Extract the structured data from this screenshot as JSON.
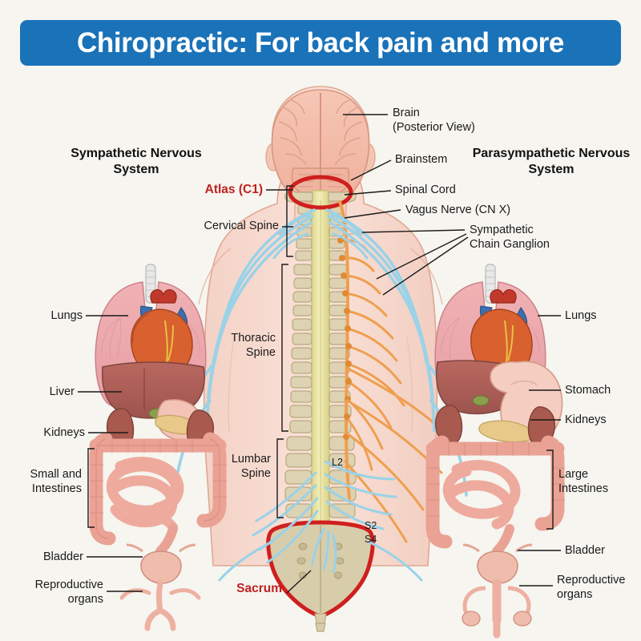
{
  "banner": {
    "title": "Chiropractic: For back pain and more",
    "background_color": "#1a72b8",
    "text_color": "#ffffff"
  },
  "page": {
    "background_color": "#f6f5f0",
    "accent_red": "#c1201e",
    "nerve_sympathetic_color": "#ef9f4f",
    "nerve_parasympathetic_color": "#9ad2e8",
    "spinal_cord_color": "#e9e4a6",
    "vertebra_color": "#ddd2b2",
    "skin_color": "#f8dcd1"
  },
  "headings": {
    "left": "Sympathetic\nNervous System",
    "right": "Parasympathetic\nNervous System"
  },
  "labels_right_of_spine": [
    {
      "id": "brain",
      "text": "Brain\n(Posterior View)"
    },
    {
      "id": "brainstem",
      "text": "Brainstem"
    },
    {
      "id": "spinal-cord",
      "text": "Spinal Cord"
    },
    {
      "id": "vagus-nerve",
      "text": "Vagus Nerve (CN X)"
    },
    {
      "id": "sympathetic-chain-ganglion",
      "text": "Sympathetic\nChain Ganglion"
    }
  ],
  "labels_left_of_spine": [
    {
      "id": "atlas-c1",
      "text": "Atlas (C1)",
      "highlight": true
    },
    {
      "id": "cervical-spine",
      "text": "Cervical Spine"
    },
    {
      "id": "thoracic-spine",
      "text": "Thoracic\nSpine"
    },
    {
      "id": "lumbar-spine",
      "text": "Lumbar\nSpine"
    },
    {
      "id": "sacrum",
      "text": "Sacrum",
      "highlight": true
    }
  ],
  "spine_markers": [
    {
      "id": "l2",
      "text": "L2"
    },
    {
      "id": "s2",
      "text": "S2"
    },
    {
      "id": "s4",
      "text": "S4"
    }
  ],
  "organs_left": [
    {
      "id": "lungs",
      "text": "Lungs"
    },
    {
      "id": "liver",
      "text": "Liver"
    },
    {
      "id": "kidneys",
      "text": "Kidneys"
    },
    {
      "id": "small-intestines",
      "text": "Small and\nIntestines"
    },
    {
      "id": "bladder",
      "text": "Bladder"
    },
    {
      "id": "reproductive-organs",
      "text": "Reproductive\norgans"
    }
  ],
  "organs_right": [
    {
      "id": "lungs",
      "text": "Lungs"
    },
    {
      "id": "stomach",
      "text": "Stomach"
    },
    {
      "id": "kidneys",
      "text": "Kidneys"
    },
    {
      "id": "large-intestines",
      "text": "Large\nIntestines"
    },
    {
      "id": "bladder",
      "text": "Bladder"
    },
    {
      "id": "reproductive-organs",
      "text": "Reproductive\norgans"
    }
  ]
}
